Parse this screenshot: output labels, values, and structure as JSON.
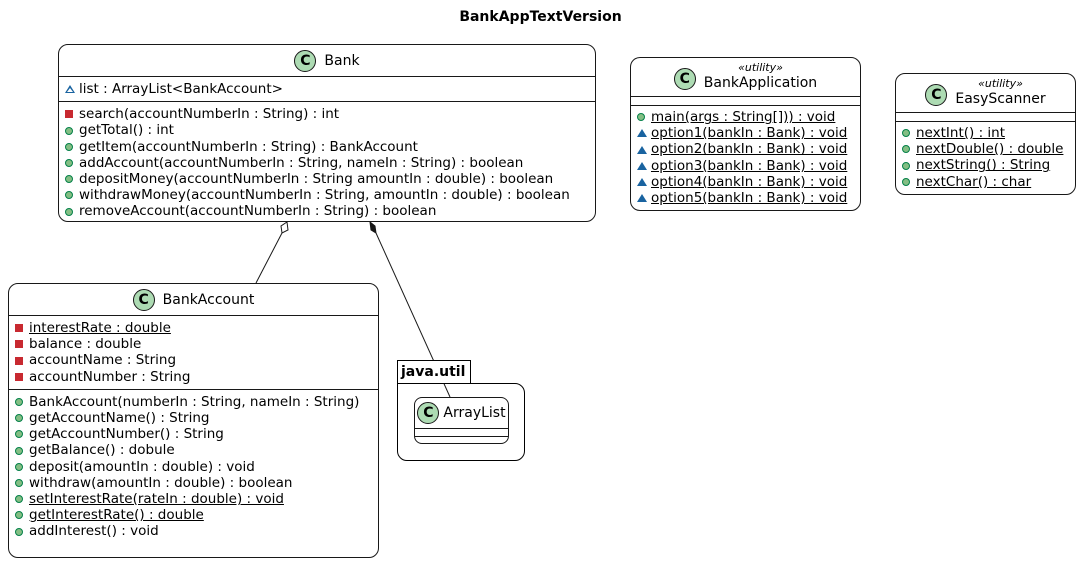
{
  "diagram": {
    "title": "BankAppTextVersion",
    "classes": {
      "bank": {
        "name": "Bank",
        "fields": [
          {
            "vis": "package-outline",
            "text": "list : ArrayList<BankAccount>",
            "static": false
          }
        ],
        "methods": [
          {
            "vis": "private",
            "text": "search(accountNumberIn : String) : int",
            "static": false
          },
          {
            "vis": "public",
            "text": "getTotal() : int",
            "static": false
          },
          {
            "vis": "public",
            "text": "getItem(accountNumberIn : String) : BankAccount",
            "static": false
          },
          {
            "vis": "public",
            "text": "addAccount(accountNumberIn : String, nameIn : String) : boolean",
            "static": false
          },
          {
            "vis": "public",
            "text": "depositMoney(accountNumberIn : String amountIn : double) : boolean",
            "static": false
          },
          {
            "vis": "public",
            "text": "withdrawMoney(accountNumberIn : String, amountIn : double) : boolean",
            "static": false
          },
          {
            "vis": "public",
            "text": "removeAccount(accountNumberIn : String) : boolean",
            "static": false
          }
        ]
      },
      "bank_application": {
        "name": "BankApplication",
        "stereotype": "«utility»",
        "fields": [],
        "methods": [
          {
            "vis": "public",
            "text": "main(args : String[])) : void",
            "static": true
          },
          {
            "vis": "package",
            "text": "option1(bankIn : Bank) : void",
            "static": true
          },
          {
            "vis": "package",
            "text": "option2(bankIn : Bank) : void",
            "static": true
          },
          {
            "vis": "package",
            "text": "option3(bankIn : Bank) : void",
            "static": true
          },
          {
            "vis": "package",
            "text": "option4(bankIn : Bank) : void",
            "static": true
          },
          {
            "vis": "package",
            "text": "option5(bankIn : Bank) : void",
            "static": true
          }
        ]
      },
      "easy_scanner": {
        "name": "EasyScanner",
        "stereotype": "«utility»",
        "fields": [],
        "methods": [
          {
            "vis": "public",
            "text": "nextInt() : int",
            "static": true
          },
          {
            "vis": "public",
            "text": "nextDouble() : double",
            "static": true
          },
          {
            "vis": "public",
            "text": "nextString() : String",
            "static": true
          },
          {
            "vis": "public",
            "text": "nextChar() : char",
            "static": true
          }
        ]
      },
      "bank_account": {
        "name": "BankAccount",
        "fields": [
          {
            "vis": "private",
            "text": "interestRate : double",
            "static": true
          },
          {
            "vis": "private",
            "text": "balance : double",
            "static": false
          },
          {
            "vis": "private",
            "text": "accountName : String",
            "static": false
          },
          {
            "vis": "private",
            "text": "accountNumber : String",
            "static": false
          }
        ],
        "methods": [
          {
            "vis": "public",
            "text": "BankAccount(numberIn : String, nameIn : String)",
            "static": false
          },
          {
            "vis": "public",
            "text": "getAccountName() : String",
            "static": false
          },
          {
            "vis": "public",
            "text": "getAccountNumber() : String",
            "static": false
          },
          {
            "vis": "public",
            "text": "getBalance() : dobule",
            "static": false
          },
          {
            "vis": "public",
            "text": "deposit(amountIn : double) : void",
            "static": false
          },
          {
            "vis": "public",
            "text": "withdraw(amountIn : double) : boolean",
            "static": false
          },
          {
            "vis": "public",
            "text": "setInterestRate(rateIn : double) : void",
            "static": true
          },
          {
            "vis": "public",
            "text": "getInterestRate() : double",
            "static": true
          },
          {
            "vis": "public",
            "text": "addInterest() : void",
            "static": false
          }
        ]
      },
      "array_list": {
        "name": "ArrayList",
        "fields": [],
        "methods": []
      }
    },
    "package": {
      "name": "java.util"
    },
    "relations": [
      {
        "type": "aggregation",
        "from": "Bank",
        "to": "BankAccount"
      },
      {
        "type": "composition",
        "from": "Bank",
        "to": "ArrayList"
      }
    ]
  }
}
